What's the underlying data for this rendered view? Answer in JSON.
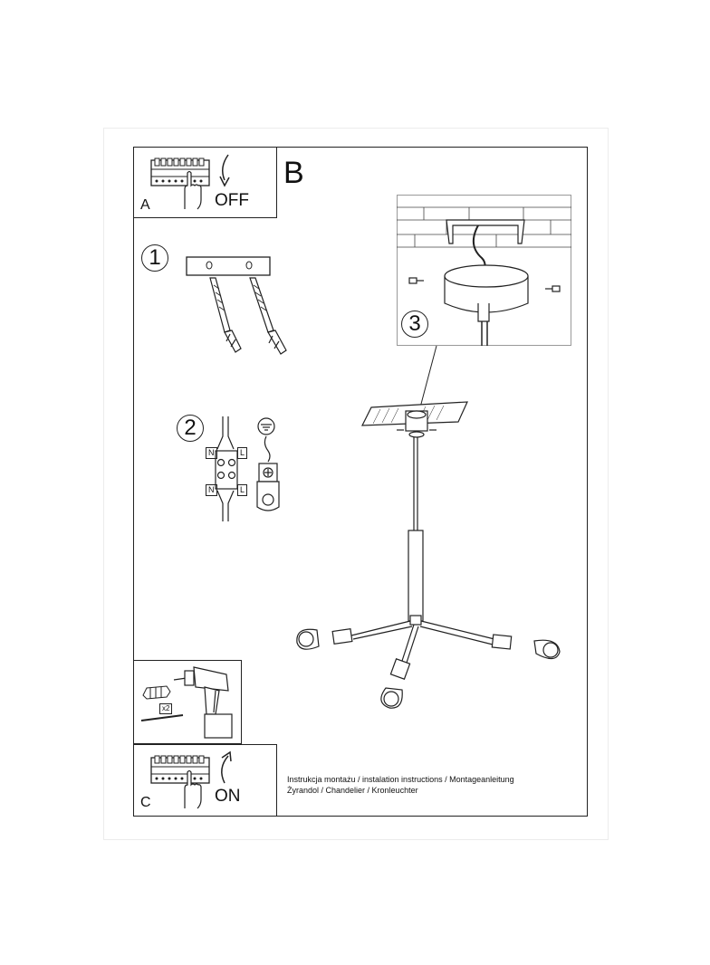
{
  "panel_a": {
    "letter": "A",
    "switch_label": "OFF"
  },
  "panel_b": {
    "letter": "B"
  },
  "panel_c": {
    "letter": "C",
    "switch_label": "ON"
  },
  "steps": [
    "1",
    "2",
    "3"
  ],
  "wiring": {
    "neutral": "N",
    "live": "L"
  },
  "drill_panel": {
    "quantity": "x2"
  },
  "caption": {
    "line1": "Instrukcja montażu / instalation instructions / Montageanleitung",
    "line2": "Żyrandol / Chandelier / Kronleuchter"
  }
}
